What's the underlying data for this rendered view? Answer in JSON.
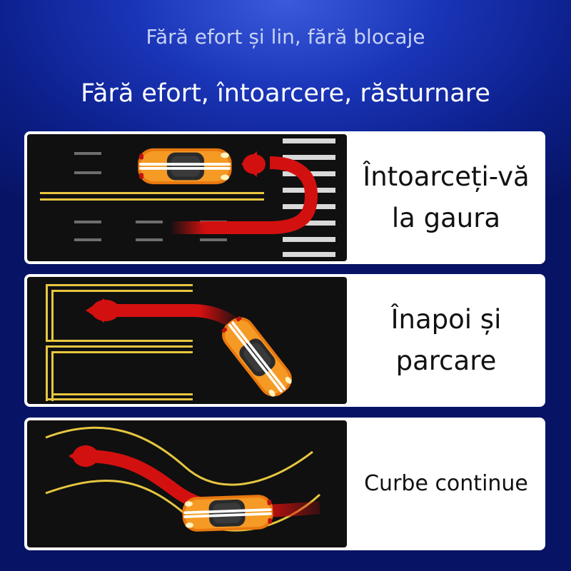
{
  "header": {
    "subtitle": "Fără efort și lin, fără blocaje",
    "title": "Fără efort, întoarcere, răsturnare"
  },
  "cards": [
    {
      "label": "Întoarceți-vă la gaura",
      "scene": "u-turn",
      "icon": "car-icon"
    },
    {
      "label": "Înapoi și parcare",
      "scene": "reverse-parking",
      "icon": "car-icon"
    },
    {
      "label": "Curbe continue",
      "scene": "continuous-curves",
      "icon": "car-icon"
    }
  ],
  "colors": {
    "background": "#0c1f8a",
    "card": "#ffffff",
    "road": "#101010",
    "lane_yellow": "#e6c640",
    "arrow_red": "#d31010",
    "car_orange": "#f08a18"
  }
}
